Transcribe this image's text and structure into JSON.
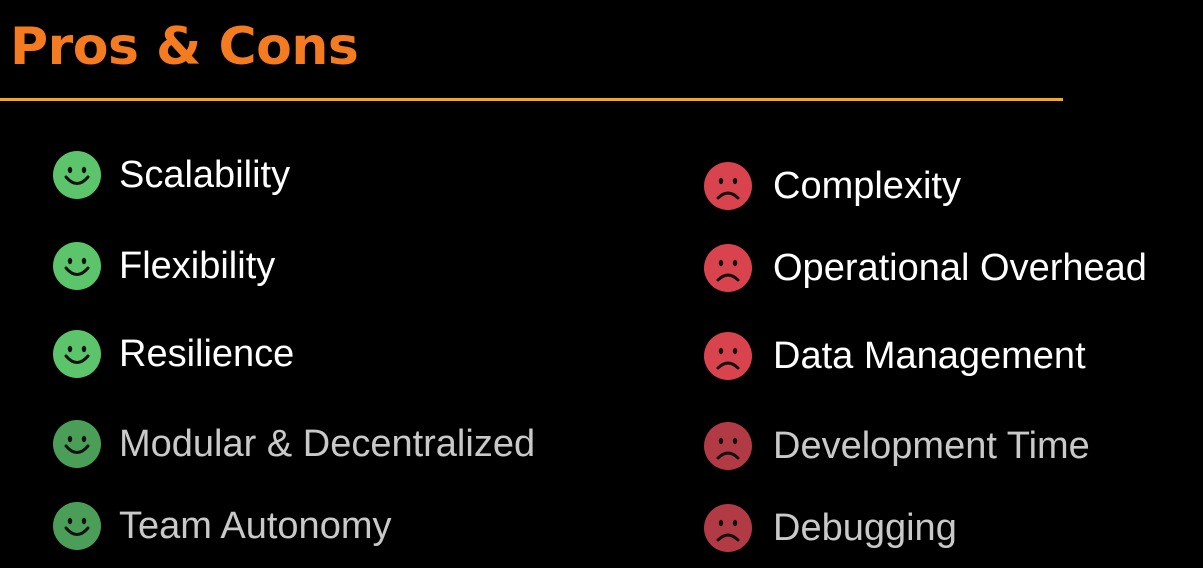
{
  "slide": {
    "title": "Pros & Cons"
  },
  "colors": {
    "background": "#000000",
    "title": "#f47b20",
    "rule": "#f5a623",
    "pro_icon": "#5cc46a",
    "pro_icon_dim": "#4b9e58",
    "con_icon": "#d9434e",
    "con_icon_dim": "#b23a45",
    "text_bright": "#ffffff",
    "text_dim": "#c9c9c9"
  },
  "pros": [
    {
      "label": "Scalability",
      "icon": "smiley-face-icon"
    },
    {
      "label": "Flexibility",
      "icon": "smiley-face-icon"
    },
    {
      "label": "Resilience",
      "icon": "smiley-face-icon"
    },
    {
      "label": "Modular & Decentralized",
      "icon": "smiley-face-icon"
    },
    {
      "label": "Team Autonomy",
      "icon": "smiley-face-icon"
    }
  ],
  "cons": [
    {
      "label": "Complexity",
      "icon": "sad-face-icon"
    },
    {
      "label": "Operational Overhead",
      "icon": "sad-face-icon"
    },
    {
      "label": "Data Management",
      "icon": "sad-face-icon"
    },
    {
      "label": "Development Time",
      "icon": "sad-face-icon"
    },
    {
      "label": "Debugging",
      "icon": "sad-face-icon"
    }
  ]
}
